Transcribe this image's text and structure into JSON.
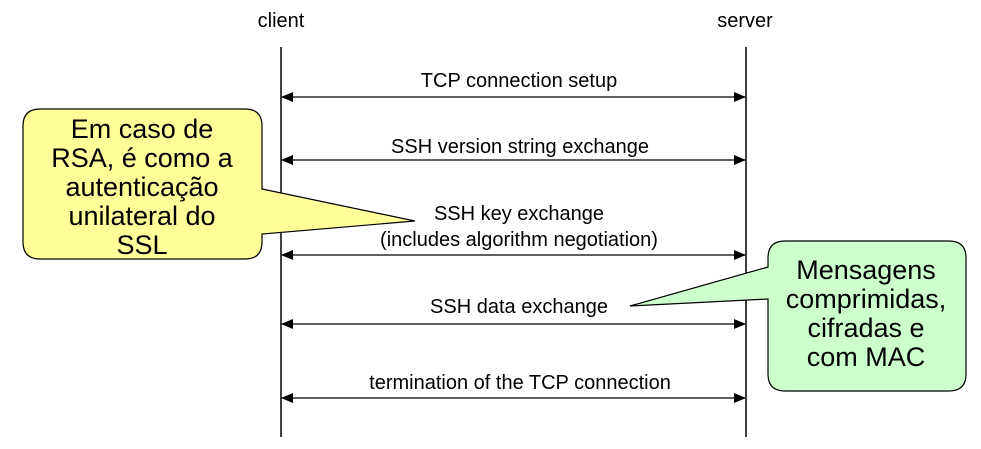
{
  "participants": {
    "client": "client",
    "server": "server"
  },
  "messages": [
    {
      "label": "TCP connection setup"
    },
    {
      "label": "SSH version string exchange"
    },
    {
      "label_line1": "SSH key exchange",
      "label_line2": "(includes algorithm negotiation)"
    },
    {
      "label": "SSH data exchange"
    },
    {
      "label": "termination of the TCP connection"
    }
  ],
  "callouts": {
    "left": {
      "lines": [
        "Em caso de",
        "RSA, é como a",
        "autenticação",
        "unilateral do",
        "SSL"
      ],
      "fill": "#ffff99"
    },
    "right": {
      "lines": [
        "Mensagens",
        "comprimidas,",
        "cifradas e",
        "com MAC"
      ],
      "fill": "#ccffcc"
    }
  },
  "colors": {
    "line": "#000000",
    "callout_border": "#000000"
  }
}
